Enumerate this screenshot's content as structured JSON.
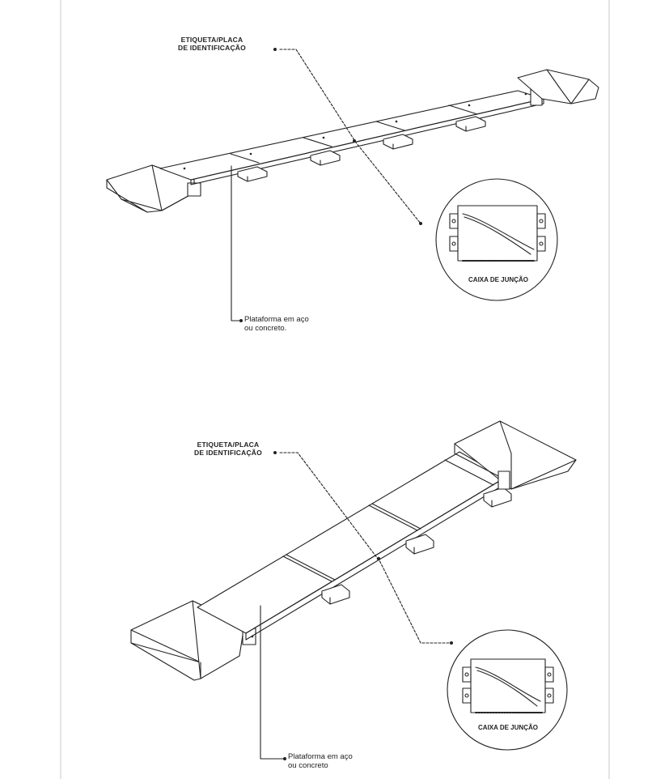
{
  "figures": [
    {
      "id": "top",
      "tag_label_line1": "ETIQUETA/PLACA",
      "tag_label_line2": "DE IDENTIFICAÇÃO",
      "platform_label_line1": "Plataforma em aço",
      "platform_label_line2": "ou concreto.",
      "junction_box_label": "CAIXA DE JUNÇÃO"
    },
    {
      "id": "bottom",
      "tag_label_line1": "ETIQUETA/PLACA",
      "tag_label_line2": "DE IDENTIFICAÇÃO",
      "platform_label_line1": "Plataforma em aço",
      "platform_label_line2": "ou concreto",
      "junction_box_label": "CAIXA DE JUNÇÃO"
    }
  ],
  "colors": {
    "line": "#222222",
    "frame": "#e3e3e3"
  }
}
